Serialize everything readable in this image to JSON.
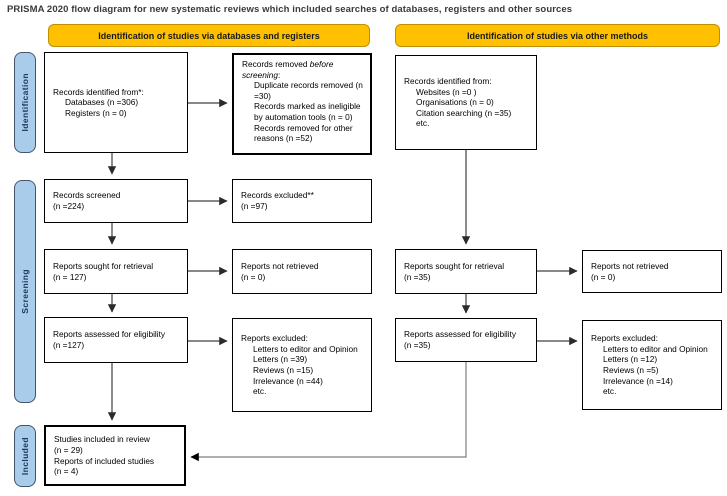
{
  "title": "PRISMA 2020 flow diagram for new systematic reviews which included searches of databases, registers and other sources",
  "headers": {
    "databases": "Identification of studies via databases and registers",
    "other": "Identification of studies via other methods"
  },
  "sidebar": {
    "identification": "Identification",
    "screening": "Screening",
    "included": "Included"
  },
  "boxes": {
    "db_identified": {
      "title": "Records identified from*:",
      "items": [
        "Databases (n =306)",
        "Registers (n = 0)"
      ]
    },
    "removed_before": {
      "lead": "Records removed ",
      "lead_italic": "before screening",
      "lead_colon": ":",
      "items": [
        "Duplicate records removed (n =30)",
        "Records marked as ineligible by automation tools (n = 0)",
        "Records removed for other reasons (n =52)"
      ]
    },
    "records_screened": {
      "lines": [
        "Records screened",
        "(n =224)"
      ]
    },
    "records_excluded": {
      "lines": [
        "Records excluded**",
        "(n =97)"
      ]
    },
    "reports_sought_db": {
      "lines": [
        "Reports sought for retrieval",
        "(n = 127)"
      ]
    },
    "reports_not_retrieved_db": {
      "lines": [
        "Reports not retrieved",
        "(n = 0)"
      ]
    },
    "reports_assessed_db": {
      "lines": [
        "Reports assessed for eligibility",
        "(n =127)"
      ]
    },
    "reports_excluded_db": {
      "title": "Reports excluded:",
      "items": [
        "Letters to editor and Opinion Letters (n =39)",
        "Reviews (n =15)",
        "Irrelevance (n =44)",
        "etc."
      ]
    },
    "included_studies": {
      "lines": [
        "Studies included in review",
        "(n = 29)",
        "Reports of included studies",
        "(n = 4)"
      ]
    },
    "other_identified": {
      "title": "Records identified from:",
      "items": [
        "Websites (n =0 )",
        "Organisations (n = 0)",
        "Citation searching (n =35)",
        "etc."
      ]
    },
    "reports_sought_other": {
      "lines": [
        "Reports sought for retrieval",
        "(n =35)"
      ]
    },
    "reports_not_retrieved_other": {
      "lines": [
        "Reports not retrieved",
        "(n = 0)"
      ]
    },
    "reports_assessed_other": {
      "lines": [
        "Reports assessed for eligibility",
        "(n =35)"
      ]
    },
    "reports_excluded_other": {
      "title": "Reports excluded:",
      "items": [
        "Letters to editor and Opinion Letters (n =12)",
        "Reviews (n =5)",
        "Irrelevance (n =14)",
        "etc."
      ]
    }
  },
  "colors": {
    "header_bg": "#FFC000",
    "header_border": "#BF9000",
    "tab_bg": "#A9CCEA",
    "tab_border": "#44546A",
    "arrow": "#404040",
    "arrow_long": "#7F7F7F"
  }
}
